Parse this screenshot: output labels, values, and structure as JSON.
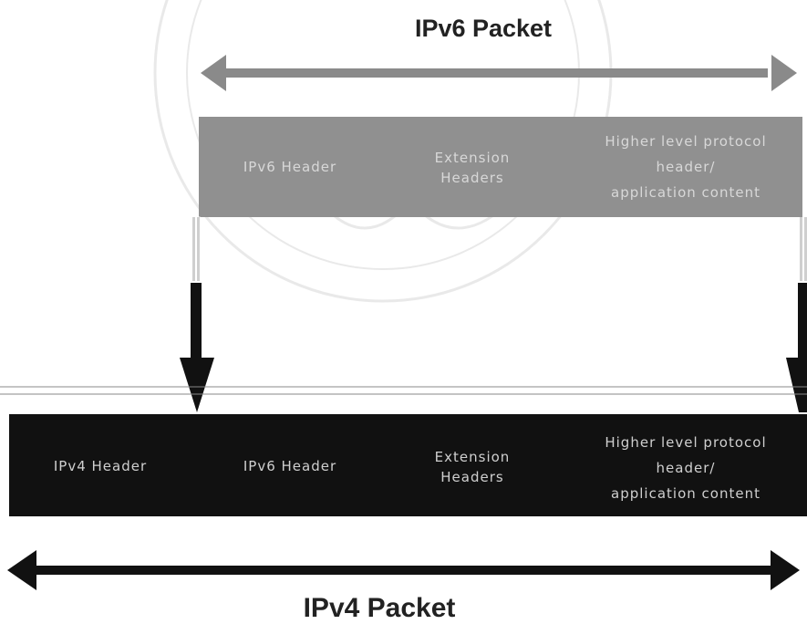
{
  "ipv6_packet": {
    "title": "IPv6 Packet",
    "fields": [
      {
        "lines": [
          "IPv6 Header"
        ]
      },
      {
        "lines": [
          "Extension",
          "Headers"
        ]
      },
      {
        "lines": [
          "Higher level protocol",
          "header/",
          "application content"
        ]
      }
    ]
  },
  "ipv4_packet": {
    "title": "IPv4 Packet",
    "fields": [
      {
        "lines": [
          "IPv4 Header"
        ]
      },
      {
        "lines": [
          "IPv6 Header"
        ]
      },
      {
        "lines": [
          "Extension",
          "Headers"
        ]
      },
      {
        "lines": [
          "Higher level protocol",
          "header/",
          "application content"
        ]
      }
    ]
  },
  "colors": {
    "ipv6_box": "#909090",
    "ipv4_box": "#111111",
    "ipv6_text": "#d8d8d8",
    "ipv4_text": "#cfcfcf",
    "ipv6_arrow": "#8a8a8a",
    "ipv4_arrow": "#111111",
    "background": "#ffffff"
  }
}
